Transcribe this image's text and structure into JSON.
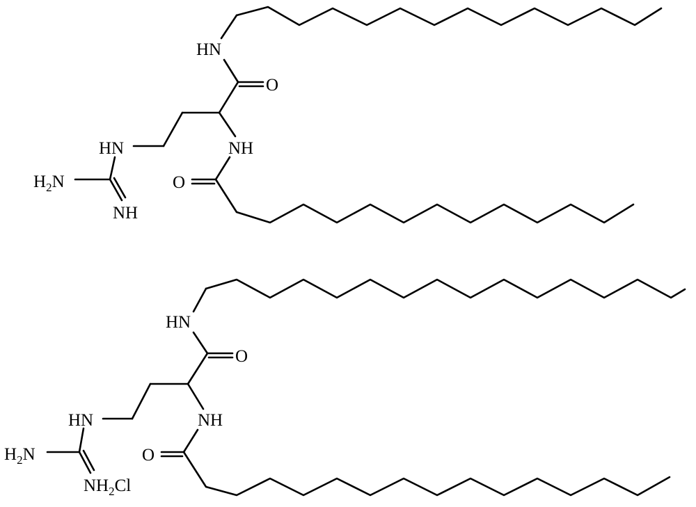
{
  "molecule_1": {
    "labels": {
      "amide_nh_top": "HN",
      "amide_o_top": "O",
      "alpha_nh": "NH",
      "guanidine_nh": "HN",
      "guanidine_h2": "H",
      "guanidine_h2_sub": "2",
      "guanidine_h2_n": "N",
      "guanidine_imine": "NH",
      "acyl_o": "O"
    }
  },
  "molecule_2": {
    "labels": {
      "amide_nh_top": "HN",
      "amide_o_top": "O",
      "alpha_nh": "NH",
      "guanidine_nh": "HN",
      "guanidine_h2": "H",
      "guanidine_h2_sub": "2",
      "guanidine_h2_n": "N",
      "guanidinium_nh": "NH",
      "guanidinium_sub": "2",
      "guanidinium_cl": "Cl",
      "acyl_o": "O"
    }
  }
}
